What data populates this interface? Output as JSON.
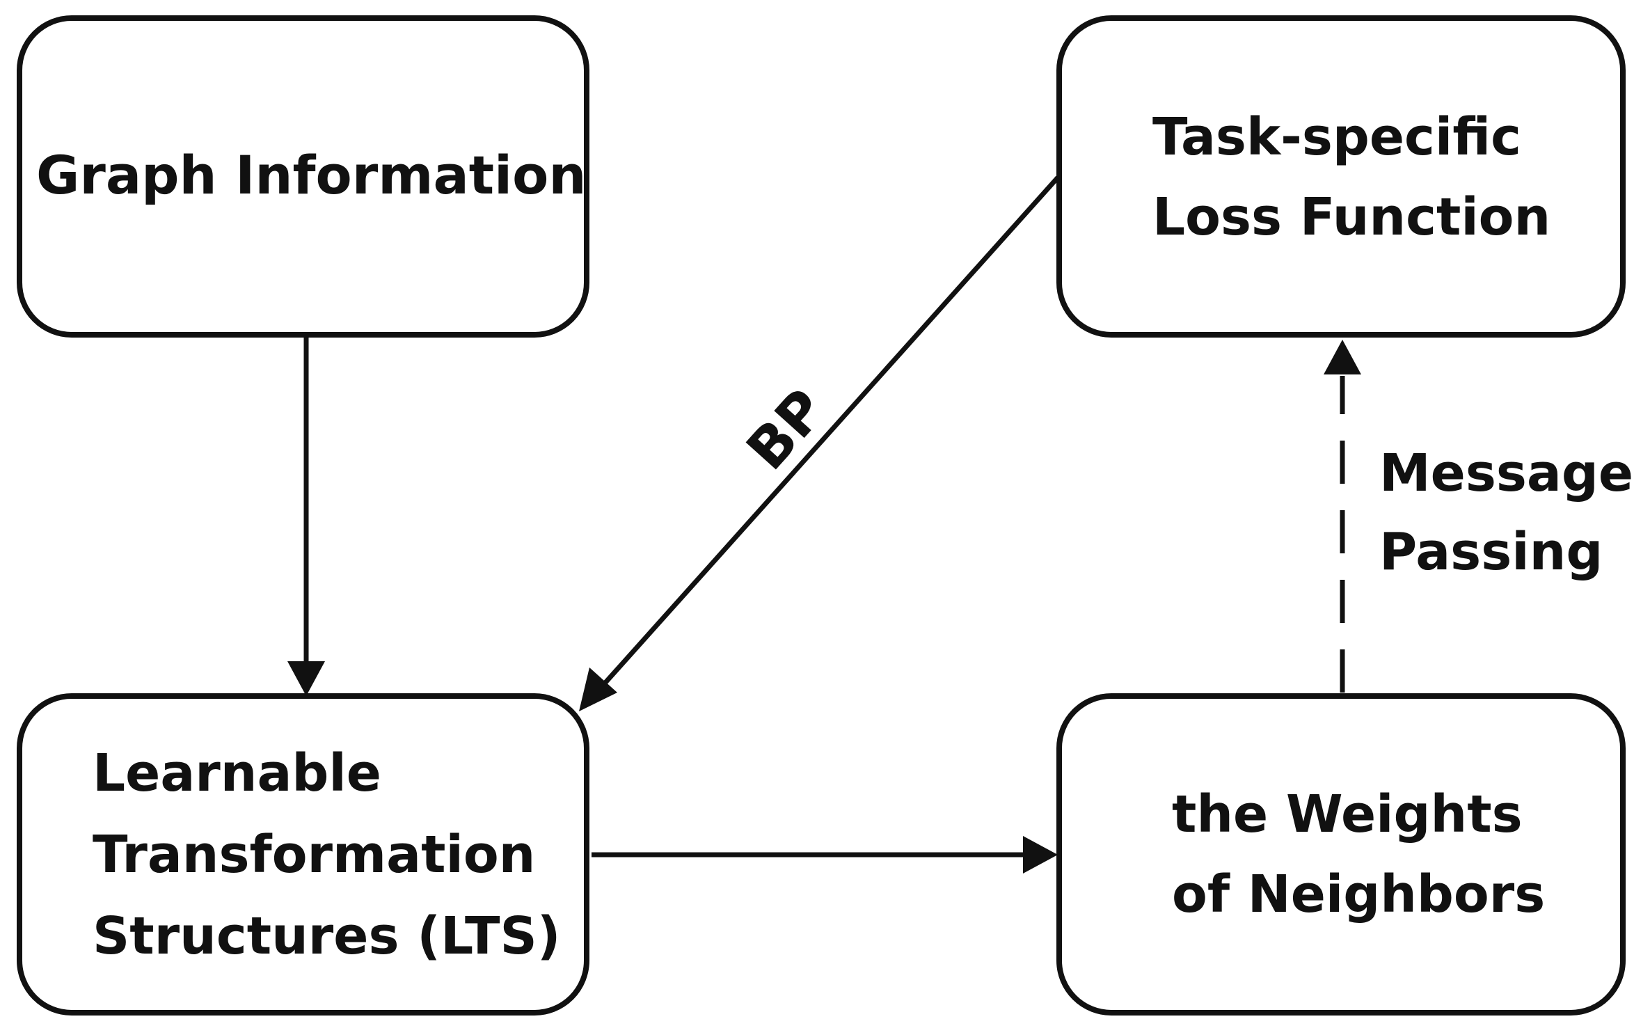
{
  "nodes": {
    "graph_information": {
      "line1": "Graph Information"
    },
    "task_loss": {
      "line1": "Task-specific",
      "line2": "Loss Function"
    },
    "lts": {
      "line1": "Learnable",
      "line2": "Transformation",
      "line3": "Structures (LTS)"
    },
    "weights": {
      "line1": "the Weights",
      "line2": "of Neighbors"
    }
  },
  "edges": {
    "bp": {
      "label": "BP"
    },
    "message_passing": {
      "line1": "Message",
      "line2": "Passing"
    }
  }
}
